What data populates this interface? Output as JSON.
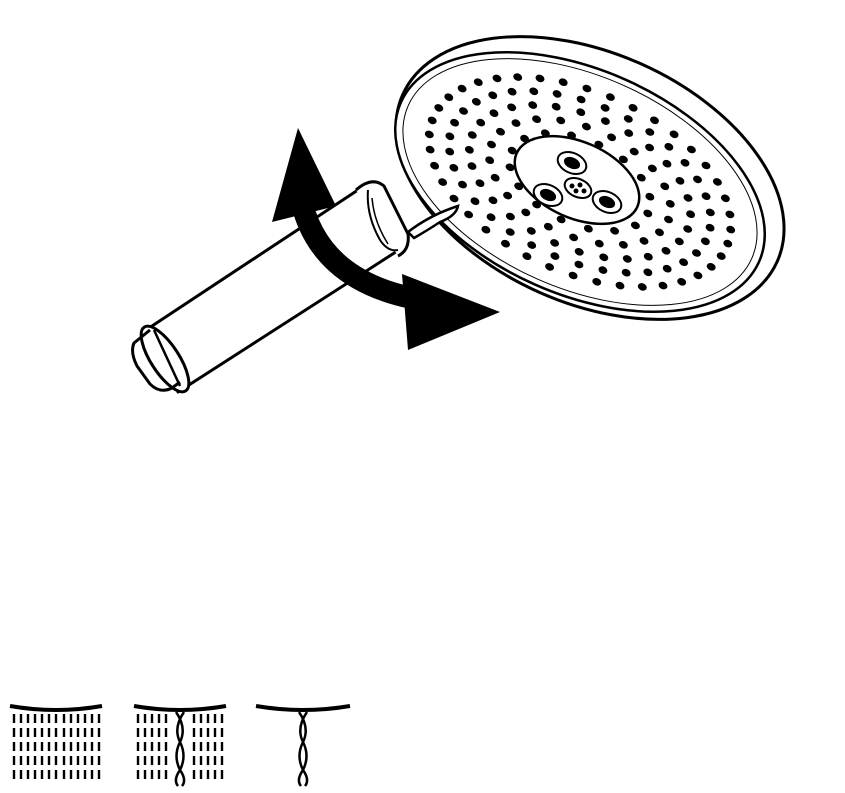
{
  "figure": {
    "subject": "hand-shower-head",
    "colors": {
      "ink": "#000000",
      "paper": "#ffffff"
    },
    "rotation_indicator": {
      "icon": "curved-double-arrow-icon"
    },
    "spray_modes": [
      {
        "name": "rain-spray",
        "icon": "rain-spray-icon"
      },
      {
        "name": "mixed-spray",
        "icon": "mixed-spray-icon"
      },
      {
        "name": "massage-jet",
        "icon": "massage-jet-icon"
      }
    ]
  }
}
